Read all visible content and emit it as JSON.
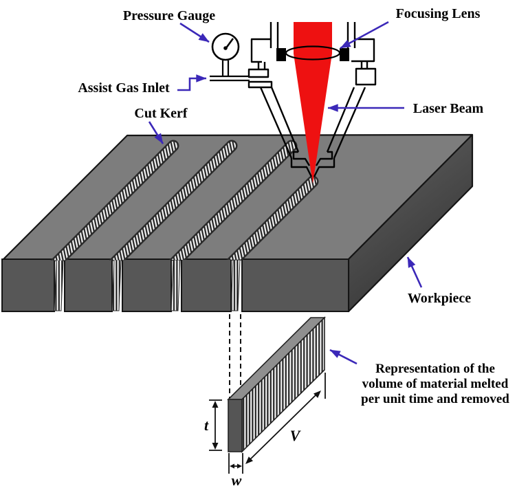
{
  "labels": {
    "pressure_gauge": "Pressure Gauge",
    "focusing_lens": "Focusing Lens",
    "assist_gas_inlet": "Assist Gas Inlet",
    "cut_kerf": "Cut Kerf",
    "laser_beam": "Laser Beam",
    "workpiece": "Workpiece"
  },
  "annotation": {
    "line1": "Representation of the",
    "line2": "volume of material melted",
    "line3": "per unit time and removed"
  },
  "dimensions": {
    "thickness_label": "t",
    "volume_label": "V",
    "kerf_width_label": "w"
  },
  "colors": {
    "laser_beam": "#ee1111",
    "annotation_arrow": "#3b28b8",
    "workpiece_top": "#7d7d7d",
    "workpiece_front": "#575757",
    "outline": "#151515"
  }
}
